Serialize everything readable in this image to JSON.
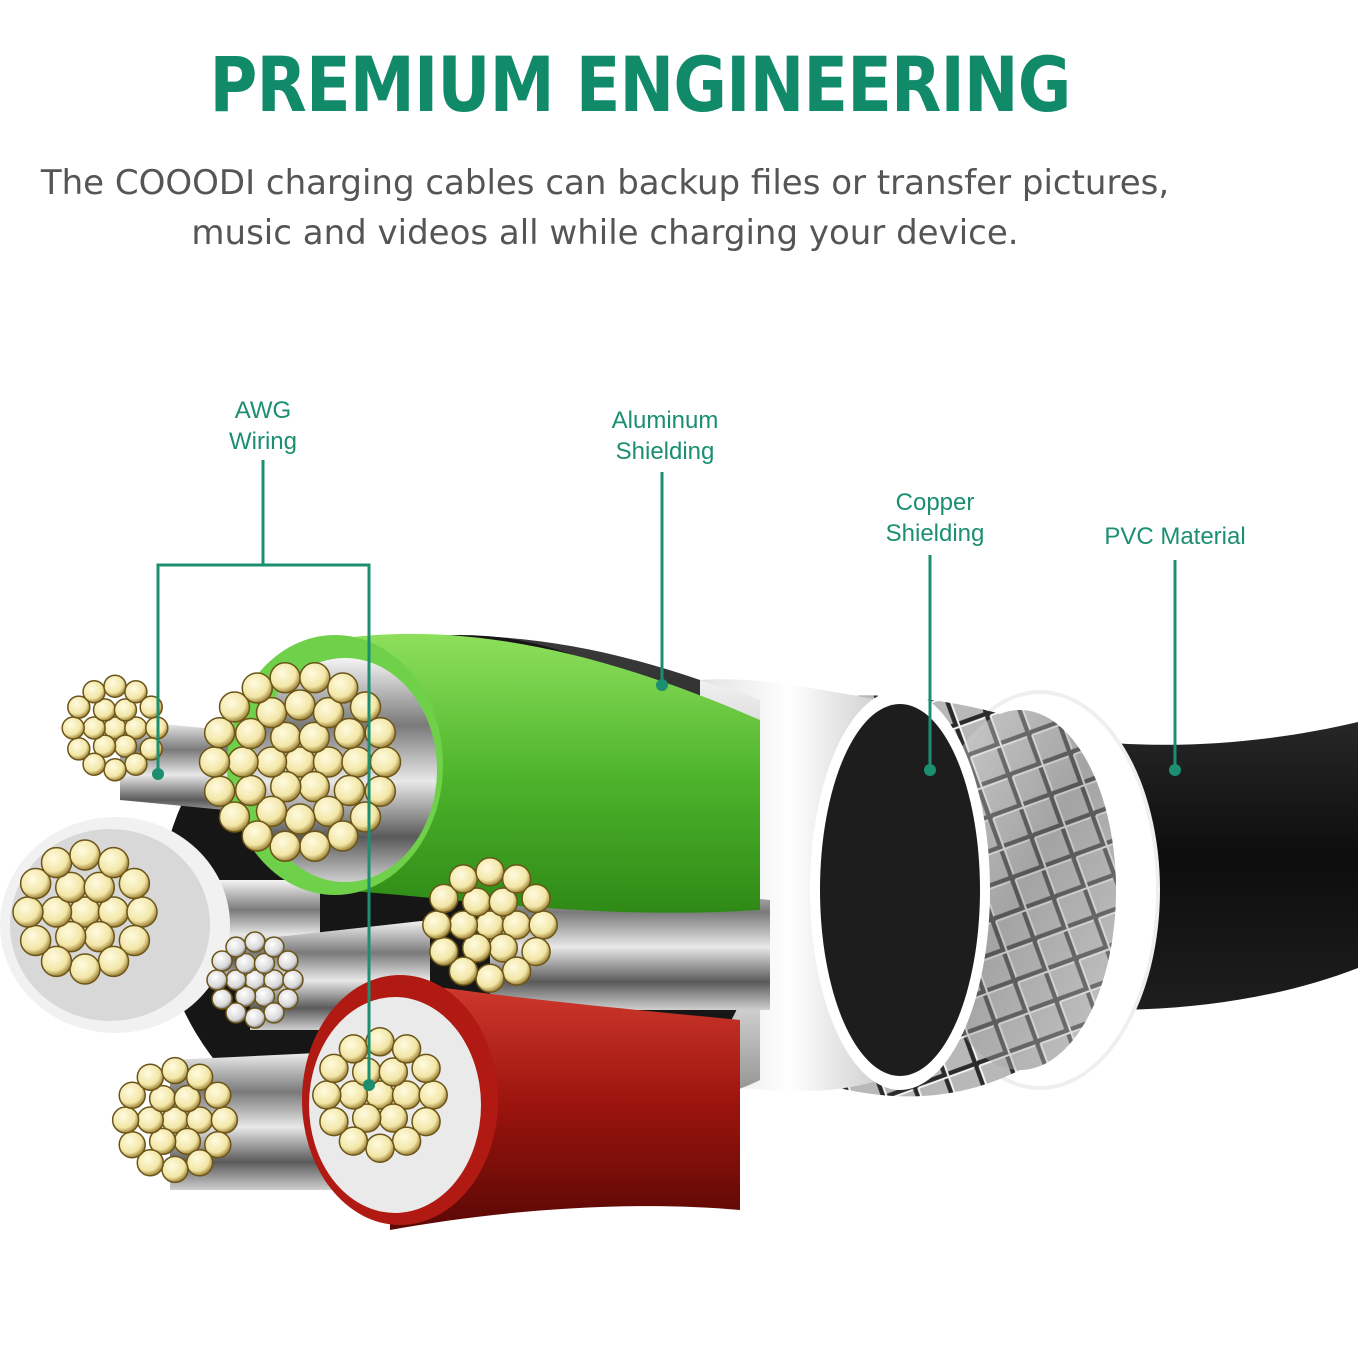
{
  "header": {
    "title": "PREMIUM ENGINEERING",
    "subtitle_line1": "The COOODI charging cables can backup files or transfer pictures,",
    "subtitle_line2": "music and videos all while charging your device."
  },
  "labels": {
    "awg_line1": "AWG",
    "awg_line2": "Wiring",
    "aluminum_line1": "Aluminum",
    "aluminum_line2": "Shielding",
    "copper_line1": "Copper",
    "copper_line2": "Shielding",
    "pvc": "PVC Material"
  },
  "colors": {
    "accent": "#118a6a",
    "leader": "#1b8f70",
    "pvc": "#111111",
    "green_insulation": "#5cc23a",
    "red_insulation": "#a8150f",
    "strand_gold": "#f4ecb2"
  }
}
